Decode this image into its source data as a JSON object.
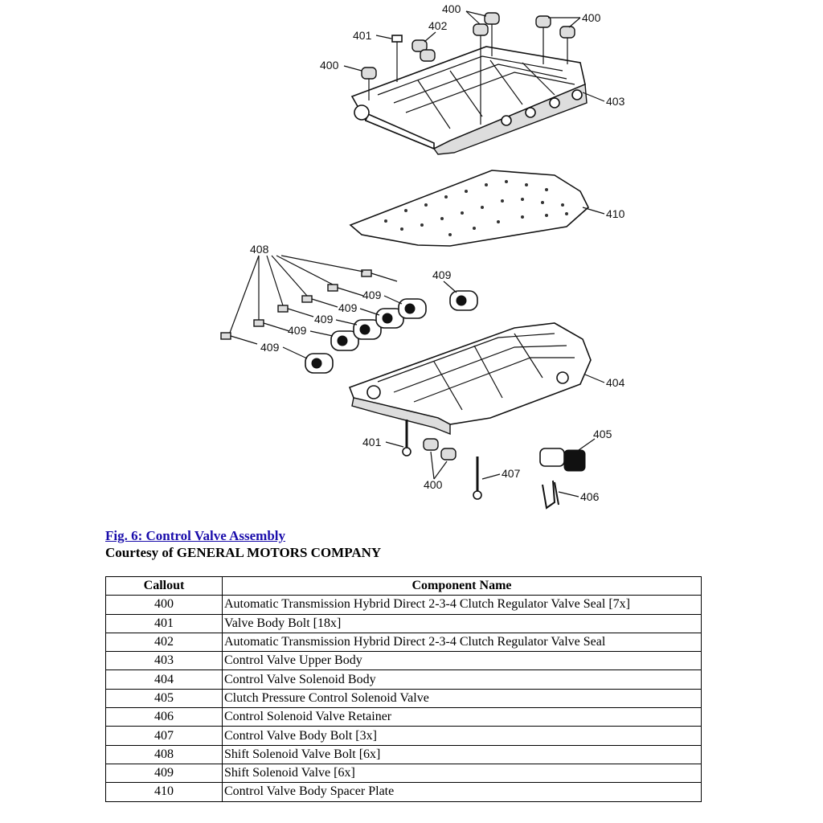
{
  "figure": {
    "callouts": {
      "c400a": "400",
      "c400b": "400",
      "c400c": "400",
      "c400d": "400",
      "c401a": "401",
      "c401b": "401",
      "c402": "402",
      "c403": "403",
      "c404": "404",
      "c405": "405",
      "c406": "406",
      "c407": "407",
      "c408": "408",
      "c409a": "409",
      "c409b": "409",
      "c409c": "409",
      "c409d": "409",
      "c409e": "409",
      "c409f": "409",
      "c410": "410"
    }
  },
  "caption": {
    "title": "Fig. 6: Control Valve Assembly",
    "courtesy": "Courtesy of GENERAL MOTORS COMPANY"
  },
  "table": {
    "headers": [
      "Callout",
      "Component Name"
    ],
    "rows": [
      [
        "400",
        "Automatic Transmission Hybrid Direct 2-3-4 Clutch Regulator Valve Seal [7x]"
      ],
      [
        "401",
        "Valve Body Bolt [18x]"
      ],
      [
        "402",
        "Automatic Transmission Hybrid Direct 2-3-4 Clutch Regulator Valve Seal"
      ],
      [
        "403",
        "Control Valve Upper Body"
      ],
      [
        "404",
        "Control Valve Solenoid Body"
      ],
      [
        "405",
        "Clutch Pressure Control Solenoid Valve"
      ],
      [
        "406",
        "Control Solenoid Valve Retainer"
      ],
      [
        "407",
        "Control Valve Body Bolt [3x]"
      ],
      [
        "408",
        "Shift Solenoid Valve Bolt [6x]"
      ],
      [
        "409",
        "Shift Solenoid Valve [6x]"
      ],
      [
        "410",
        "Control Valve Body Spacer Plate"
      ]
    ]
  }
}
